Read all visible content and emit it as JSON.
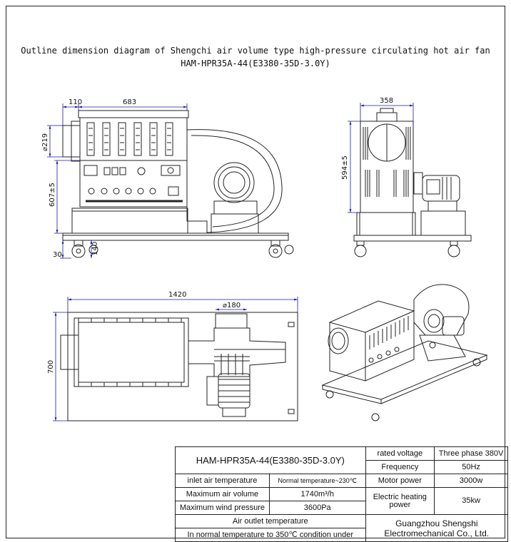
{
  "title": {
    "line1": "Outline dimension diagram of Shengchi air volume type high-pressure circulating hot air fan",
    "line2": "HAM-HPR35A-44(E3380-35D-3.0Y)"
  },
  "dimensions": {
    "front_inlet": "110",
    "front_width": "683",
    "front_dia": "⌀219",
    "front_height": "607±5",
    "front_caster": "30",
    "front_base": "140",
    "side_width": "358",
    "side_height": "594±5",
    "top_length": "1420",
    "top_dia": "⌀180",
    "top_depth": "700"
  },
  "spec_table": {
    "model": "HAM-HPR35A-44(E3380-35D-3.0Y)",
    "inlet_air_temperature_label": "inlet air temperature",
    "inlet_air_temperature_value": "Normal temperature~230℃",
    "max_air_volume_label": "Maximum air volume",
    "max_air_volume_value": "1740m³/h",
    "max_wind_pressure_label": "Maximum wind pressure",
    "max_wind_pressure_value": "3600Pa",
    "air_outlet_label": "Air outlet temperature",
    "air_outlet_value": "In normal temperature to 350℃ condition under",
    "rated_voltage_label": "rated voltage",
    "rated_voltage_value": "Three phase 380V",
    "frequency_label": "Frequency",
    "frequency_value": "50Hz",
    "motor_power_label": "Motor power",
    "motor_power_value": "3000w",
    "heating_power_label": "Electric heating power",
    "heating_power_value": "35kw",
    "company": "Guangzhou Shengshi Electromechanical Co., Ltd."
  }
}
